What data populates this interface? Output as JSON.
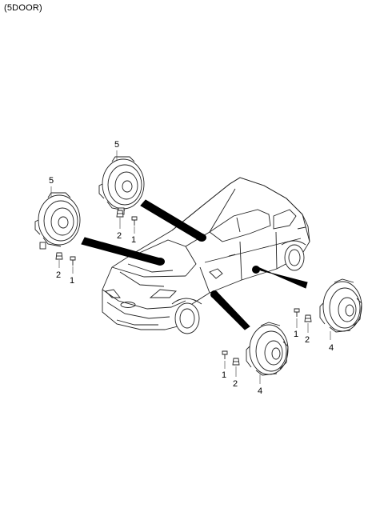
{
  "header": {
    "variant_label": "(5DOOR)"
  },
  "callouts": {
    "c1": "1",
    "c2": "2",
    "c4": "4",
    "c5": "5"
  },
  "parts": [
    {
      "ref": "1",
      "icon": "screw-icon"
    },
    {
      "ref": "2",
      "icon": "clip-icon"
    },
    {
      "ref": "4",
      "icon": "door-speaker-icon"
    },
    {
      "ref": "5",
      "icon": "tweeter-speaker-icon"
    }
  ]
}
